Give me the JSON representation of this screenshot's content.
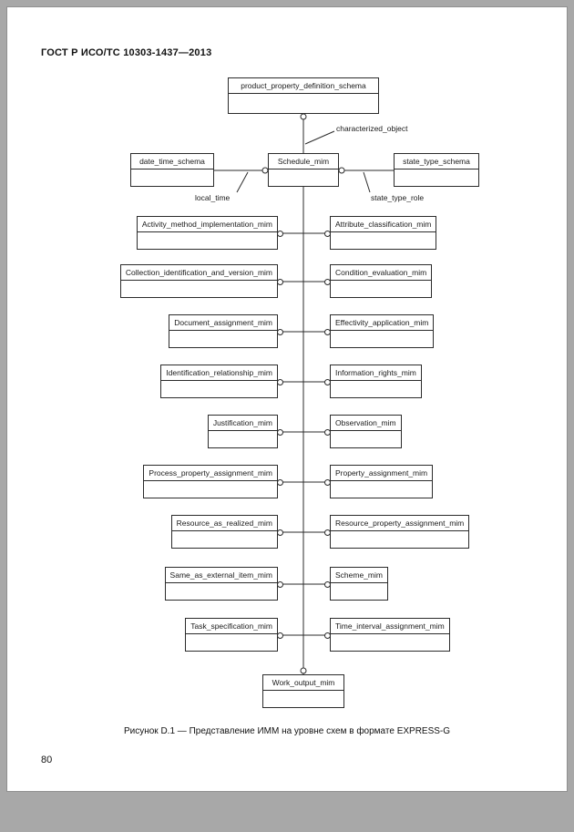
{
  "page": {
    "header": "ГОСТ Р ИСО/ТС 10303-1437—2013",
    "caption": "Рисунок D.1 — Представление ИММ на уровне схем в формате EXPRESS-G",
    "page_number": "80"
  },
  "diagram": {
    "top_schema": "product_property_definition_schema",
    "left_schema": "date_time_schema",
    "center_schema": "Schedule_mim",
    "right_schema": "state_type_schema",
    "bottom_schema": "Work_output_mim",
    "annotations": {
      "top": "characterized_object",
      "left": "local_time",
      "right": "state_type_role"
    },
    "left_column": [
      "Activity_method_implementation_mim",
      "Collection_identification_and_version_mim",
      "Document_assignment_mim",
      "Identification_relationship_mim",
      "Justification_mim",
      "Process_property_assignment_mim",
      "Resource_as_realized_mim",
      "Same_as_external_item_mim",
      "Task_specification_mim"
    ],
    "right_column": [
      "Attribute_classification_mim",
      "Condition_evaluation_mim",
      "Effectivity_application_mim",
      "Information_rights_mim",
      "Observation_mim",
      "Property_assignment_mim",
      "Resource_property_assignment_mim",
      "Scheme_mim",
      "Time_interval_assignment_mim"
    ]
  }
}
